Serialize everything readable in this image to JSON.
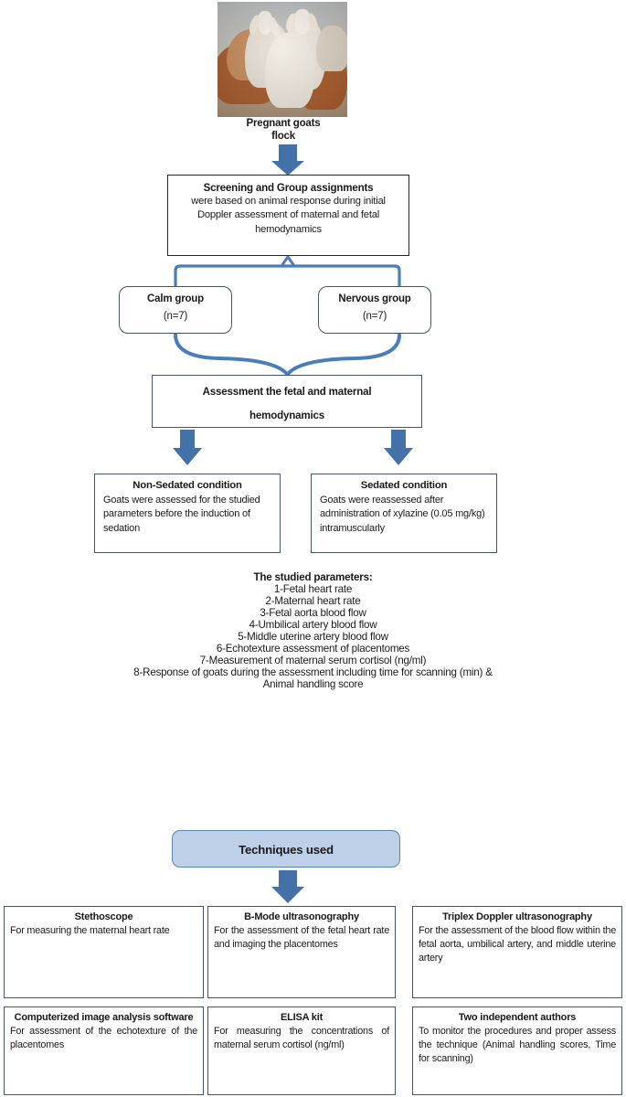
{
  "photo": {
    "alt_name": "pregnant-goats-photo",
    "caption_line1": "Pregnant goats",
    "caption_line2": "flock"
  },
  "colors": {
    "arrow_blue": "#4472a8",
    "connector_blue": "#4a7ebb",
    "box_border": "#44546a",
    "techniques_fill": "#bdd0e7",
    "techniques_border": "#5b84b1",
    "text": "#1a1a1a"
  },
  "screening": {
    "title": "Screening and Group assignments",
    "body": "were based on animal response during initial Doppler assessment of maternal and fetal hemodynamics"
  },
  "groups": [
    {
      "name": "calm-group",
      "label": "Calm group",
      "count": "(n=7)"
    },
    {
      "name": "nervous-group",
      "label": "Nervous group",
      "count": "(n=7)"
    }
  ],
  "assessment": {
    "line1": "Assessment the fetal and maternal",
    "line2": "hemodynamics"
  },
  "conditions": [
    {
      "name": "non-sedated-condition",
      "title": "Non-Sedated condition",
      "body": "Goats were assessed for the studied parameters before the induction of sedation"
    },
    {
      "name": "sedated-condition",
      "title": "Sedated condition",
      "body": "Goats were reassessed after administration of xylazine (0.05 mg/kg) intramuscularly"
    }
  ],
  "parameters": {
    "header": "The studied parameters:",
    "items": [
      "1-Fetal heart rate",
      "2-Maternal heart rate",
      "3-Fetal aorta blood flow",
      "4-Umbilical artery blood flow",
      "5-Middle uterine artery blood flow",
      "6-Echotexture assessment of placentomes",
      "7-Measurement of maternal serum cortisol (ng/ml)",
      "8-Response of goats during the assessment including time for scanning (min) &",
      "Animal handling score"
    ]
  },
  "techniques_header": "Techniques used",
  "techniques": [
    {
      "name": "stethoscope",
      "title": "Stethoscope",
      "body": "For measuring the maternal heart rate"
    },
    {
      "name": "b-mode-ultrasonography",
      "title": "B-Mode ultrasonography",
      "body": "For the assessment of the fetal heart rate and imaging the placentomes"
    },
    {
      "name": "triplex-doppler-ultrasonography",
      "title": "Triplex Doppler ultrasonography",
      "body": "For the assessment of the blood flow within the fetal aorta, umbilical artery, and middle uterine artery"
    },
    {
      "name": "computerized-image-analysis-software",
      "title": "Computerized image analysis software",
      "body": "For assessment of the echotexture of the placentomes"
    },
    {
      "name": "elisa-kit",
      "title": "ELISA kit",
      "body": "For measuring the concentrations of maternal serum cortisol (ng/ml)"
    },
    {
      "name": "two-independent-authors",
      "title": "Two independent authors",
      "body": "To monitor the  procedures and proper assess the technique (Animal handling scores, Time for scanning)"
    }
  ]
}
